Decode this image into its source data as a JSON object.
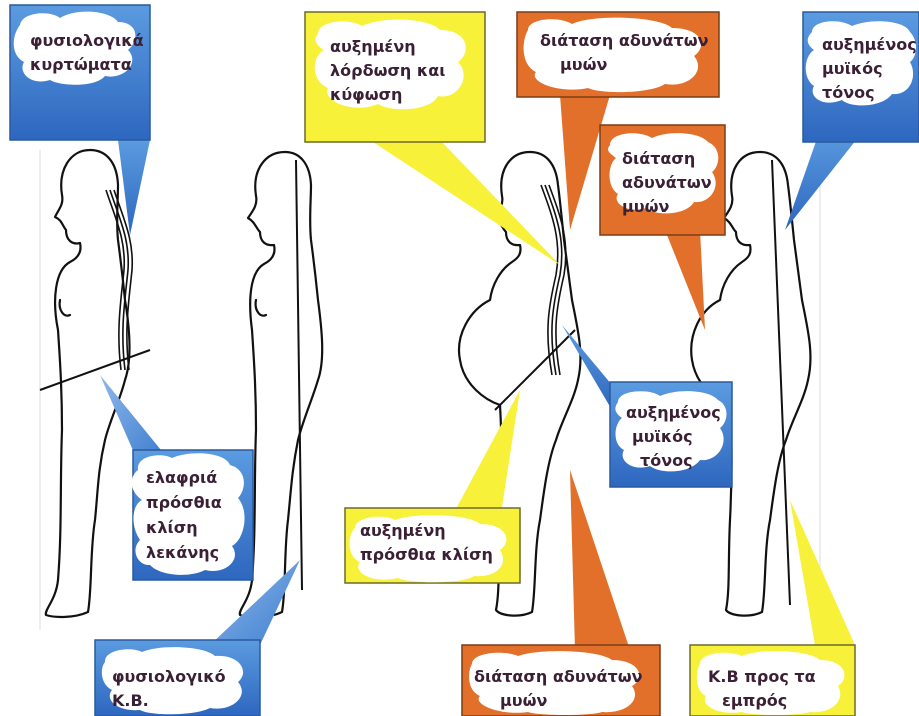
{
  "colors": {
    "blue": "#3f7fd0",
    "blue_dark": "#2f63b3",
    "yellow": "#f7f13a",
    "orange": "#e2702b",
    "cloud": "#ffffff",
    "text": "#3a1f35"
  },
  "callouts": {
    "physiological_curves": [
      "φυσιολογικά",
      "κυρτώματα"
    ],
    "light_anterior_tilt": [
      "ελαφριά",
      "πρόσθια",
      "κλίση",
      "λεκάνης"
    ],
    "physiological_cog": [
      "φυσιολογικό",
      "Κ.Β."
    ],
    "increased_lordosis": [
      "αυξημένη",
      "λόρδωση και",
      "κύφωση"
    ],
    "stretch_weak_top": [
      "διάταση αδυνάτων",
      "μυών"
    ],
    "increased_tone_top": [
      "αυξημένος",
      "μυϊκός",
      "τόνος"
    ],
    "stretch_weak_mid": [
      "διάταση",
      "αδυνάτων",
      "μυών"
    ],
    "increased_tone_mid": [
      "αυξημένος",
      "μυϊκός",
      "τόνος"
    ],
    "increased_anterior_tilt": [
      "αυξημένη",
      "πρόσθια κλίση"
    ],
    "stretch_weak_bottom": [
      "διάταση αδυνάτων",
      "μυών"
    ],
    "cog_forward": [
      "Κ.Β προς τα",
      "εμπρός"
    ]
  }
}
